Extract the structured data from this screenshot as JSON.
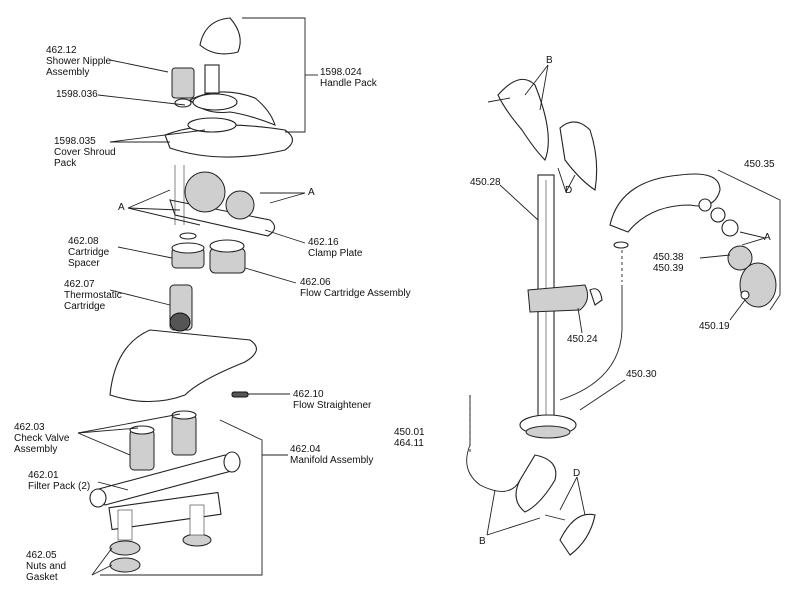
{
  "labels": {
    "shower_nipple_id": "462.12",
    "shower_nipple_name": "Shower Nipple",
    "shower_nipple_name2": "Assembly",
    "p1598_036": "1598.036",
    "cover_id": "1598.035",
    "cover_name": "Cover Shroud",
    "cover_name2": "Pack",
    "a_left": "A",
    "cart_spacer_id": "462.08",
    "cart_spacer_name": "Cartridge",
    "cart_spacer_name2": "Spacer",
    "thermo_id": "462.07",
    "thermo_name": "Thermostatic",
    "thermo_name2": "Cartridge",
    "handle_id": "1598.024",
    "handle_name": "Handle Pack",
    "a_right": "A",
    "clamp_id": "462.16",
    "clamp_name": "Clamp Plate",
    "flow_cart_id": "462.06",
    "flow_cart_name": "Flow Cartridge Assembly",
    "flow_str_id": "462.10",
    "flow_str_name": "Flow Straightener",
    "check_id": "462.03",
    "check_name": "Check Valve",
    "check_name2": "Assembly",
    "filter_id": "462.01",
    "filter_name": "Filter Pack (2)",
    "manifold_id": "462.04",
    "manifold_name": "Manifold Assembly",
    "nuts_id": "462.05",
    "nuts_name": "Nuts and",
    "nuts_name2": "Gasket",
    "b_top": "B",
    "d_top": "D",
    "p450_28": "450.28",
    "p450_24": "450.24",
    "p450_30": "450.30",
    "p450_01": "450.01",
    "p464_11": "464.11",
    "b_bottom": "B",
    "d_bottom": "D",
    "p450_35": "450.35",
    "a_head": "A",
    "p450_38": "450.38",
    "p450_39": "450.39",
    "p450_19": "450.19"
  }
}
